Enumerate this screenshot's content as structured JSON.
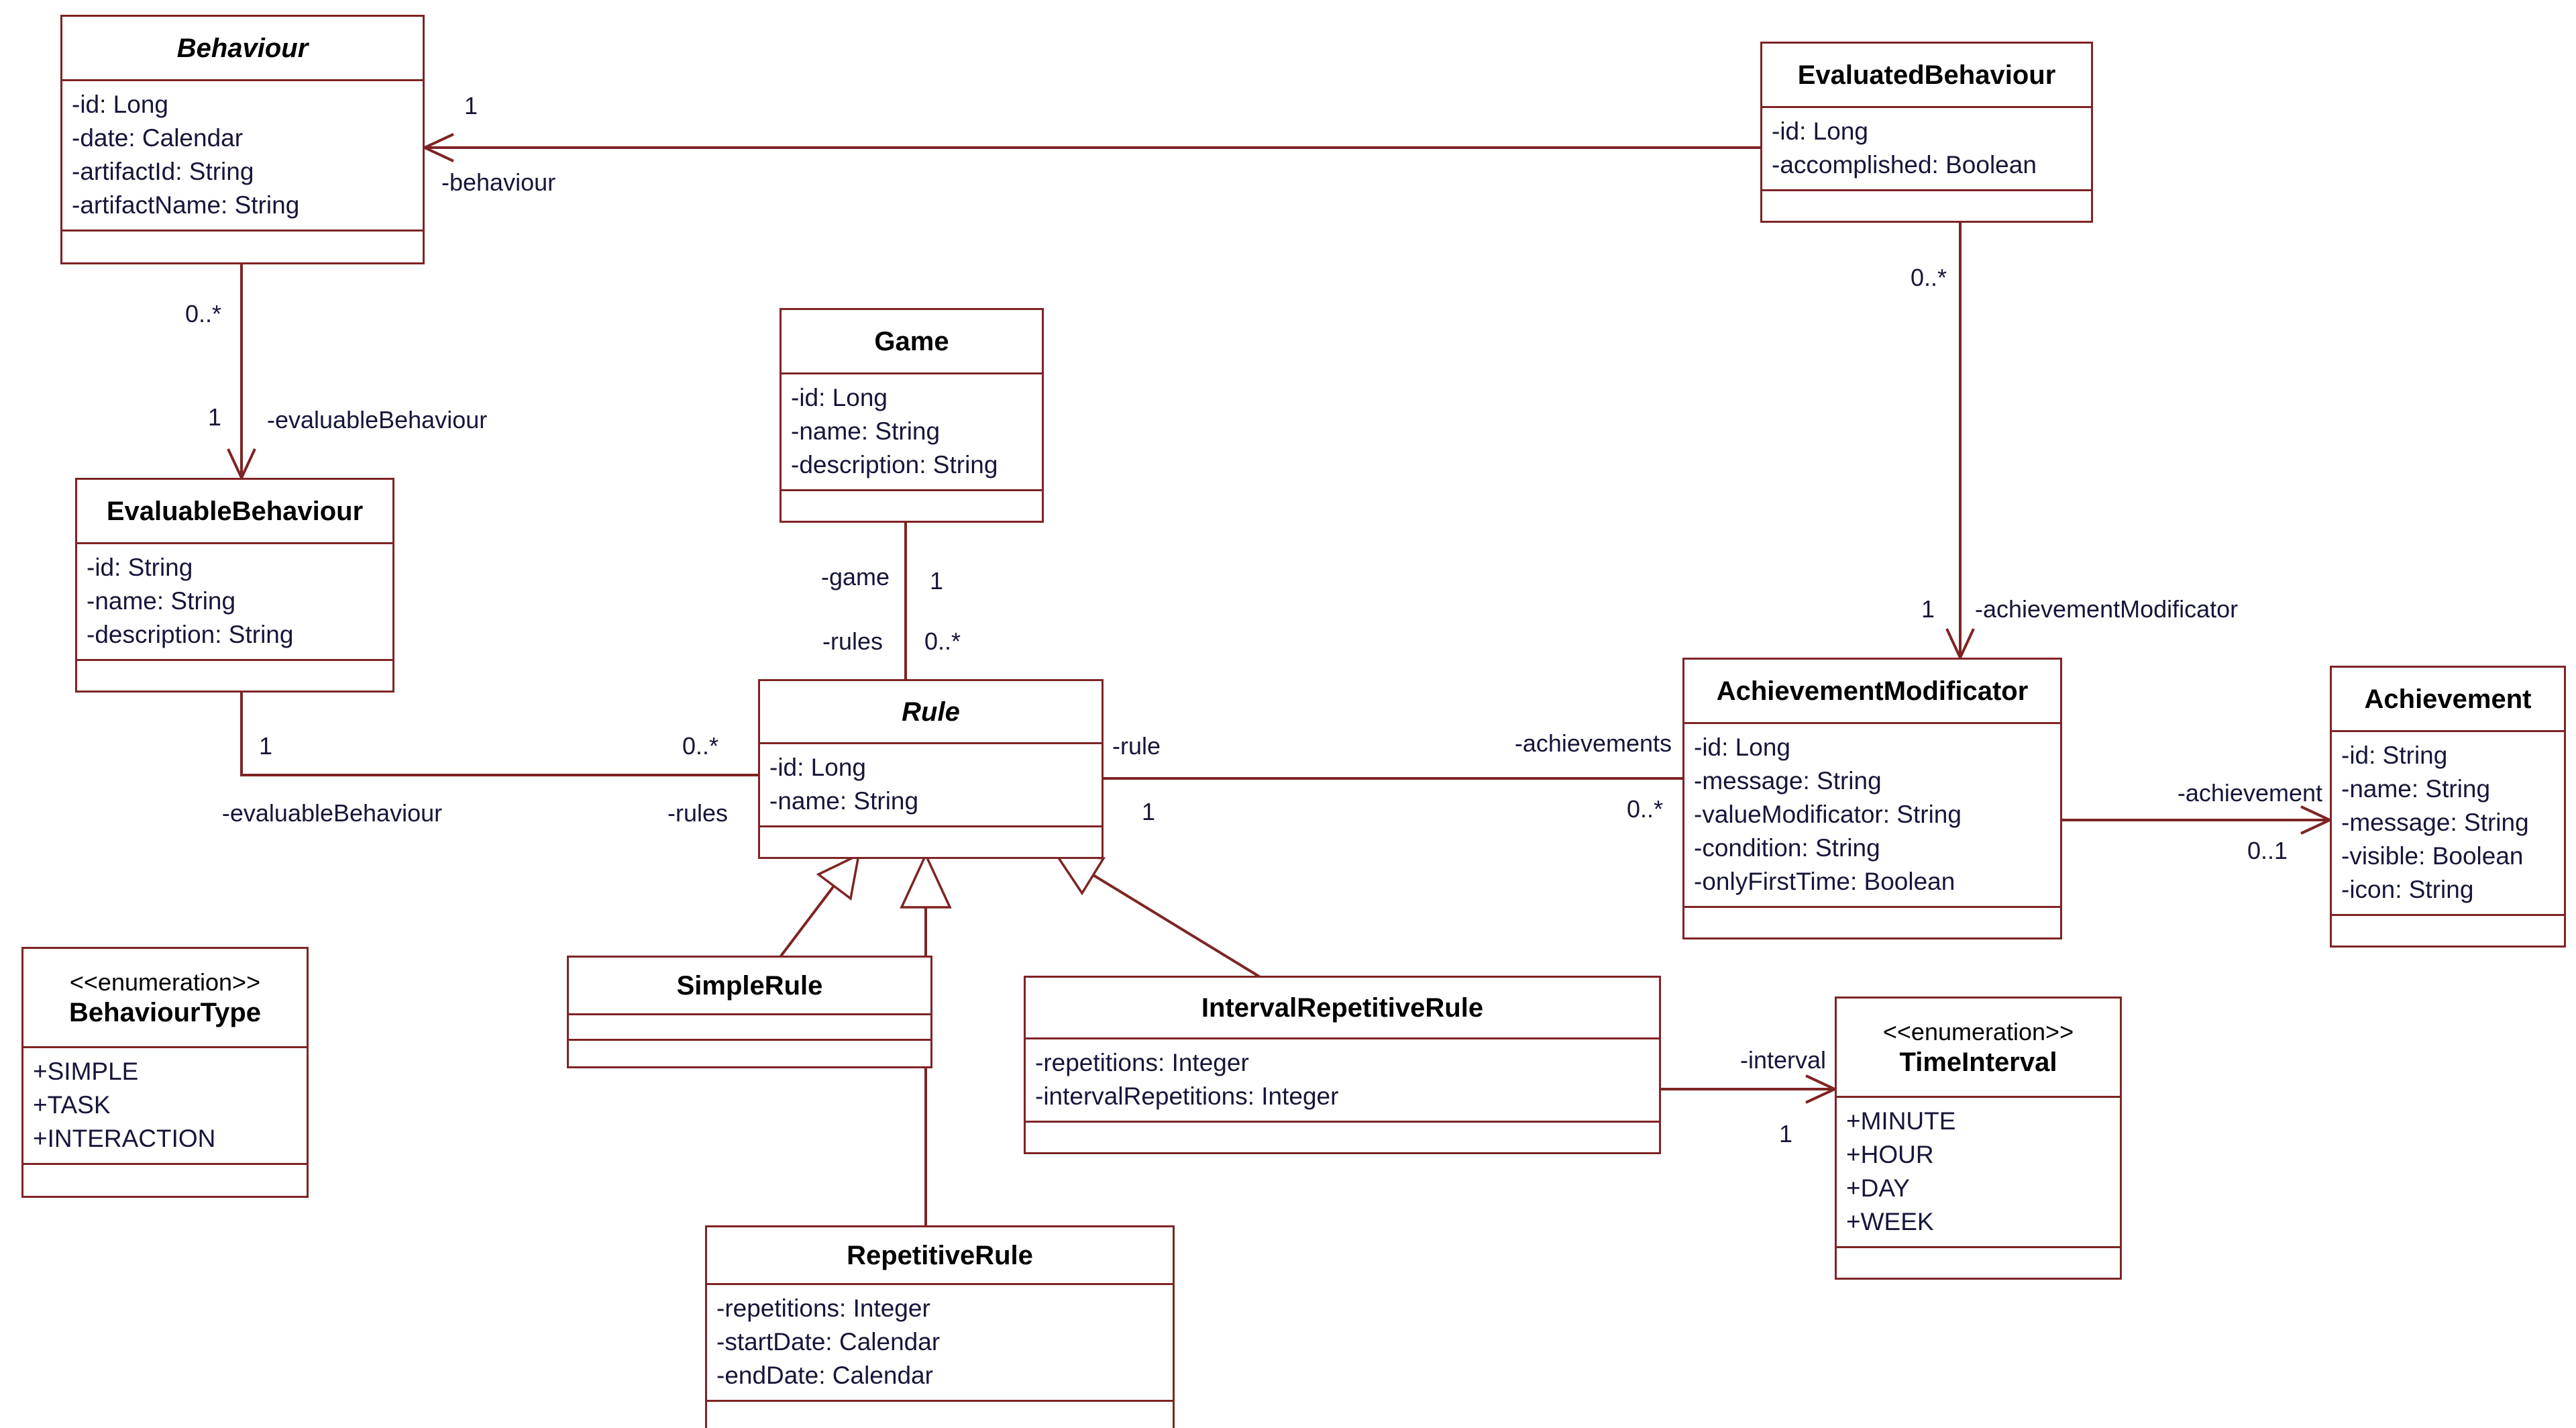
{
  "diagram": {
    "classes": [
      {
        "id": "behaviour",
        "name": "Behaviour",
        "abstract": true,
        "stereotype": "",
        "attributes": [
          "-id: Long",
          "-date: Calendar",
          "-artifactId: String",
          "-artifactName: String"
        ]
      },
      {
        "id": "evaluatedBehaviour",
        "name": "EvaluatedBehaviour",
        "abstract": false,
        "stereotype": "",
        "attributes": [
          "-id: Long",
          "-accomplished: Boolean"
        ]
      },
      {
        "id": "game",
        "name": "Game",
        "abstract": false,
        "stereotype": "",
        "attributes": [
          "-id: Long",
          "-name: String",
          "-description: String"
        ]
      },
      {
        "id": "evaluableBehaviour",
        "name": "EvaluableBehaviour",
        "abstract": false,
        "stereotype": "",
        "attributes": [
          "-id: String",
          "-name: String",
          "-description: String"
        ]
      },
      {
        "id": "rule",
        "name": "Rule",
        "abstract": true,
        "stereotype": "",
        "attributes": [
          "-id: Long",
          "-name: String"
        ]
      },
      {
        "id": "achievementModificator",
        "name": "AchievementModificator",
        "abstract": false,
        "stereotype": "",
        "attributes": [
          "-id: Long",
          "-message: String",
          "-valueModificator: String",
          "-condition: String",
          "-onlyFirstTime: Boolean"
        ]
      },
      {
        "id": "achievement",
        "name": "Achievement",
        "abstract": false,
        "stereotype": "",
        "attributes": [
          "-id: String",
          "-name: String",
          "-message: String",
          "-visible: Boolean",
          "-icon: String"
        ]
      },
      {
        "id": "behaviourType",
        "name": "BehaviourType",
        "abstract": false,
        "stereotype": "<<enumeration>>",
        "attributes": [
          "+SIMPLE",
          "+TASK",
          "+INTERACTION"
        ]
      },
      {
        "id": "simpleRule",
        "name": "SimpleRule",
        "abstract": false,
        "stereotype": "",
        "attributes": []
      },
      {
        "id": "intervalRepetitiveRule",
        "name": "IntervalRepetitiveRule",
        "abstract": false,
        "stereotype": "",
        "attributes": [
          "-repetitions: Integer",
          "-intervalRepetitions: Integer"
        ]
      },
      {
        "id": "repetitiveRule",
        "name": "RepetitiveRule",
        "abstract": false,
        "stereotype": "",
        "attributes": [
          "-repetitions: Integer",
          "-startDate: Calendar",
          "-endDate: Calendar"
        ]
      },
      {
        "id": "timeInterval",
        "name": "TimeInterval",
        "abstract": false,
        "stereotype": "<<enumeration>>",
        "attributes": [
          "+MINUTE",
          "+HOUR",
          "+DAY",
          "+WEEK"
        ]
      }
    ],
    "edge_labels": [
      {
        "id": "e1_mult",
        "text": "1"
      },
      {
        "id": "e1_role",
        "text": "-behaviour"
      },
      {
        "id": "e2_mult_src",
        "text": "0..*"
      },
      {
        "id": "e2_mult_tgt",
        "text": "1"
      },
      {
        "id": "e2_role",
        "text": "-evaluableBehaviour"
      },
      {
        "id": "e3_role_src",
        "text": "-game"
      },
      {
        "id": "e3_mult_src",
        "text": "1"
      },
      {
        "id": "e3_role_tgt",
        "text": "-rules"
      },
      {
        "id": "e3_mult_tgt",
        "text": "0..*"
      },
      {
        "id": "e4_mult_src",
        "text": "1"
      },
      {
        "id": "e4_role",
        "text": "-evaluableBehaviour"
      },
      {
        "id": "e4_mult_tgt",
        "text": "0..*"
      },
      {
        "id": "e4_role_tgt",
        "text": "-rules"
      },
      {
        "id": "e5_role_src",
        "text": "-rule"
      },
      {
        "id": "e5_mult_src",
        "text": "1"
      },
      {
        "id": "e5_role_tgt",
        "text": "-achievements"
      },
      {
        "id": "e5_mult_tgt",
        "text": "0..*"
      },
      {
        "id": "e6_mult_src",
        "text": "0..*"
      },
      {
        "id": "e6_mult_tgt",
        "text": "1"
      },
      {
        "id": "e6_role",
        "text": "-achievementModificator"
      },
      {
        "id": "e7_role",
        "text": "-achievement"
      },
      {
        "id": "e7_mult",
        "text": "0..1"
      },
      {
        "id": "e8_role",
        "text": "-interval"
      },
      {
        "id": "e8_mult",
        "text": "1"
      }
    ]
  },
  "colors": {
    "line": "#7e2424",
    "title_text": "#000000",
    "attribute_text": "#16163a",
    "background": "#ffffff"
  }
}
